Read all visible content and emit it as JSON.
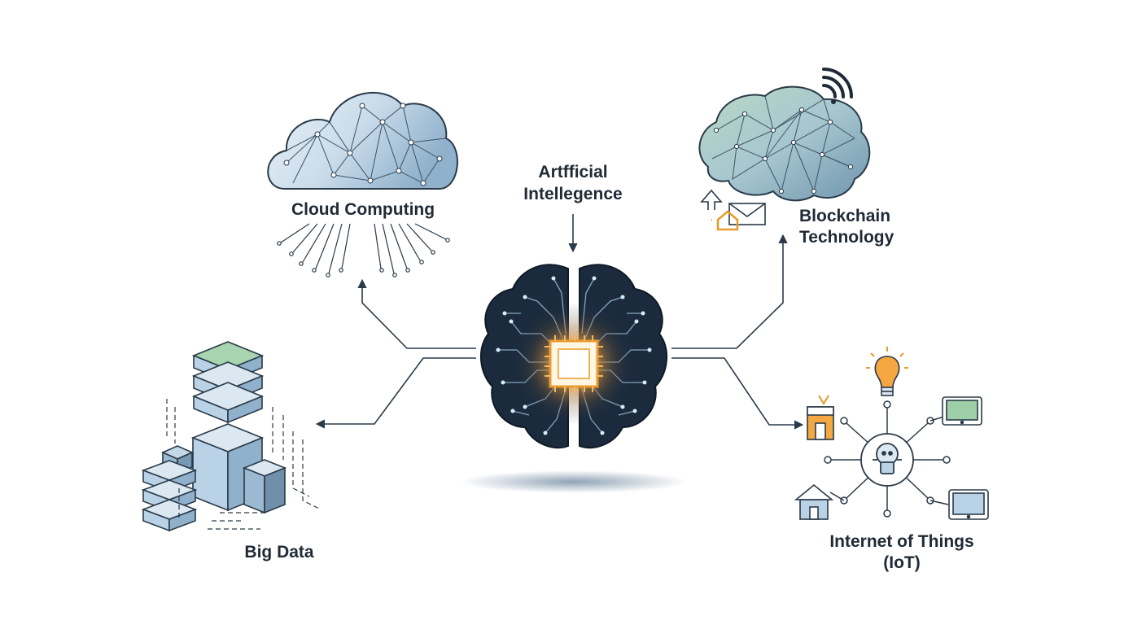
{
  "center": {
    "title_line1": "Artfficial",
    "title_line2": "Intellegence"
  },
  "nodes": {
    "cloud": {
      "label": "Cloud Computing"
    },
    "blockchain": {
      "label_line1": "Blockchain",
      "label_line2": "Technology"
    },
    "bigdata": {
      "label": "Big Data"
    },
    "iot": {
      "label_line1": "Internet of Things",
      "label_line2": "(IoT)"
    }
  },
  "colors": {
    "ink": "#1f2a36",
    "line": "#2a3a48",
    "brain_dark": "#1b2b3d",
    "chip_glow": "#f5a742",
    "cloud_fill": "#dbe7f1",
    "cloud_shade": "#9bb9d1",
    "brain_mesh": "#a9c9c9",
    "green_top": "#9ed0a8",
    "block_blue": "#b9d2e6",
    "accent_orange": "#e89a2c"
  },
  "icons": [
    "cloud-mesh-icon",
    "mesh-brain-icon",
    "wifi-icon",
    "envelope-icon",
    "home-icon",
    "circuit-brain-icon",
    "chip-icon",
    "server-stack-icon",
    "lightbulb-icon",
    "tablet-icon",
    "robot-hub-icon",
    "shop-icon",
    "house-icon"
  ]
}
